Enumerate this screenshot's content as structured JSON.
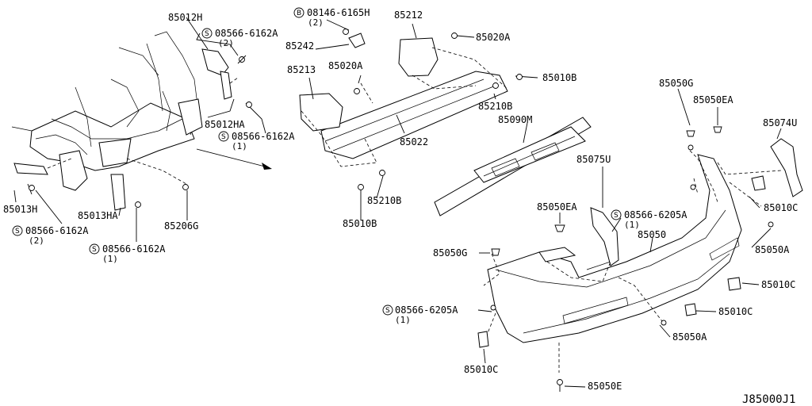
{
  "diagram_id": "J85000J1",
  "labels": {
    "p85012H": "85012H",
    "s08566_6162A_top": "08566-6162A",
    "q_top": "(2)",
    "p85012HA": "85012HA",
    "s08566_6162A_mid": "08566-6162A",
    "q_mid": "(1)",
    "p85013H": "85013H",
    "p85013HA": "85013HA",
    "s08566_6162A_l1": "08566-6162A",
    "q_l1": "(2)",
    "s08566_6162A_l2": "08566-6162A",
    "q_l2": "(1)",
    "p85206G": "85206G",
    "b08146_6165H": "08146-6165H",
    "q_b": "(2)",
    "p85242": "85242",
    "p85212": "85212",
    "p85020A_a": "85020A",
    "p85020A_b": "85020A",
    "p85213": "85213",
    "p85010B_a": "85010B",
    "p85010B_b": "85010B",
    "p85210B_a": "85210B",
    "p85210B_b": "85210B",
    "p85022": "85022",
    "p85090M": "85090M",
    "p85050G_a": "85050G",
    "p85050G_b": "85050G",
    "p85050EA_a": "85050EA",
    "p85050EA_b": "85050EA",
    "p85074U": "85074U",
    "p85075U": "85075U",
    "s08566_6205A_a": "08566-6205A",
    "q_s6205a": "(1)",
    "s08566_6205A_b": "08566-6205A",
    "q_s6205b": "(1)",
    "p85050": "85050",
    "p85010C_a": "85010C",
    "p85010C_b": "85010C",
    "p85010C_c": "85010C",
    "p85010C_d": "85010C",
    "p85050A_a": "85050A",
    "p85050A_b": "85050A",
    "p85050E": "85050E",
    "sym_s": "S",
    "sym_b": "B"
  }
}
